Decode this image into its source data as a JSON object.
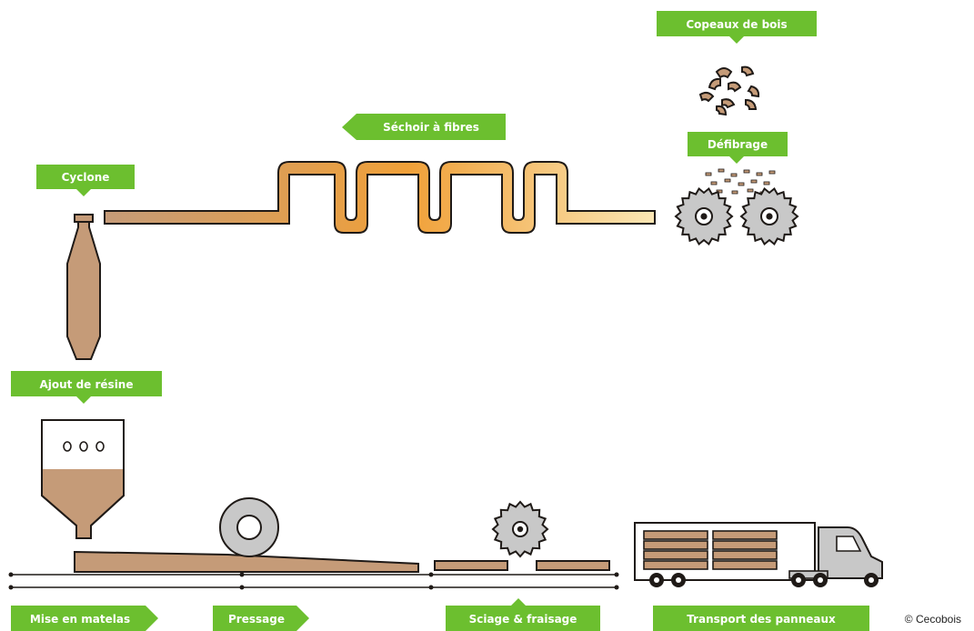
{
  "labels": {
    "copeaux": "Copeaux de bois",
    "defibrage": "Défibrage",
    "sechoir": "Séchoir à fibres",
    "cyclone": "Cyclone",
    "ajout_resine": "Ajout de résine",
    "mise_en_matelas": "Mise en matelas",
    "pressage": "Pressage",
    "sciage": "Sciage & fraisage",
    "transport": "Transport des panneaux"
  },
  "credit": "© Cecobois",
  "colors": {
    "label_green": "#6cbf2f",
    "wood": "#c59b78",
    "outline": "#1f1a17",
    "dryer_warm": "#f0a038",
    "dryer_light": "#fbe6b4",
    "machine_gray": "#c8c8c8"
  },
  "icons": [
    "wood-chips-icon",
    "saw-blade-icon",
    "roller-icon",
    "truck-icon",
    "hopper-icon",
    "cyclone-icon"
  ]
}
